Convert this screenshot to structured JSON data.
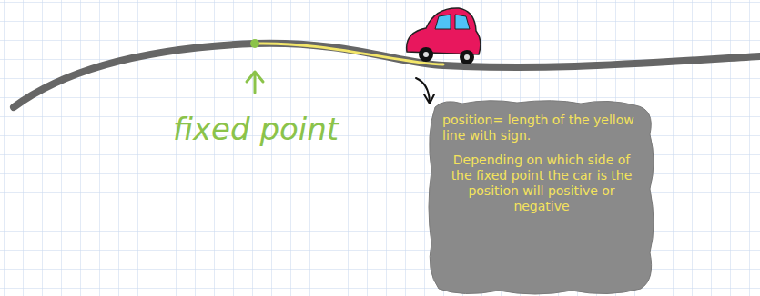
{
  "diagram": {
    "nodes": [
      {
        "text": [
          "position= length of the yellow line with sign.",
          "Depending on which side of the fixed point the car is the position will positive or negative"
        ]
      }
    ],
    "labels": [
      "fixed point"
    ]
  }
}
